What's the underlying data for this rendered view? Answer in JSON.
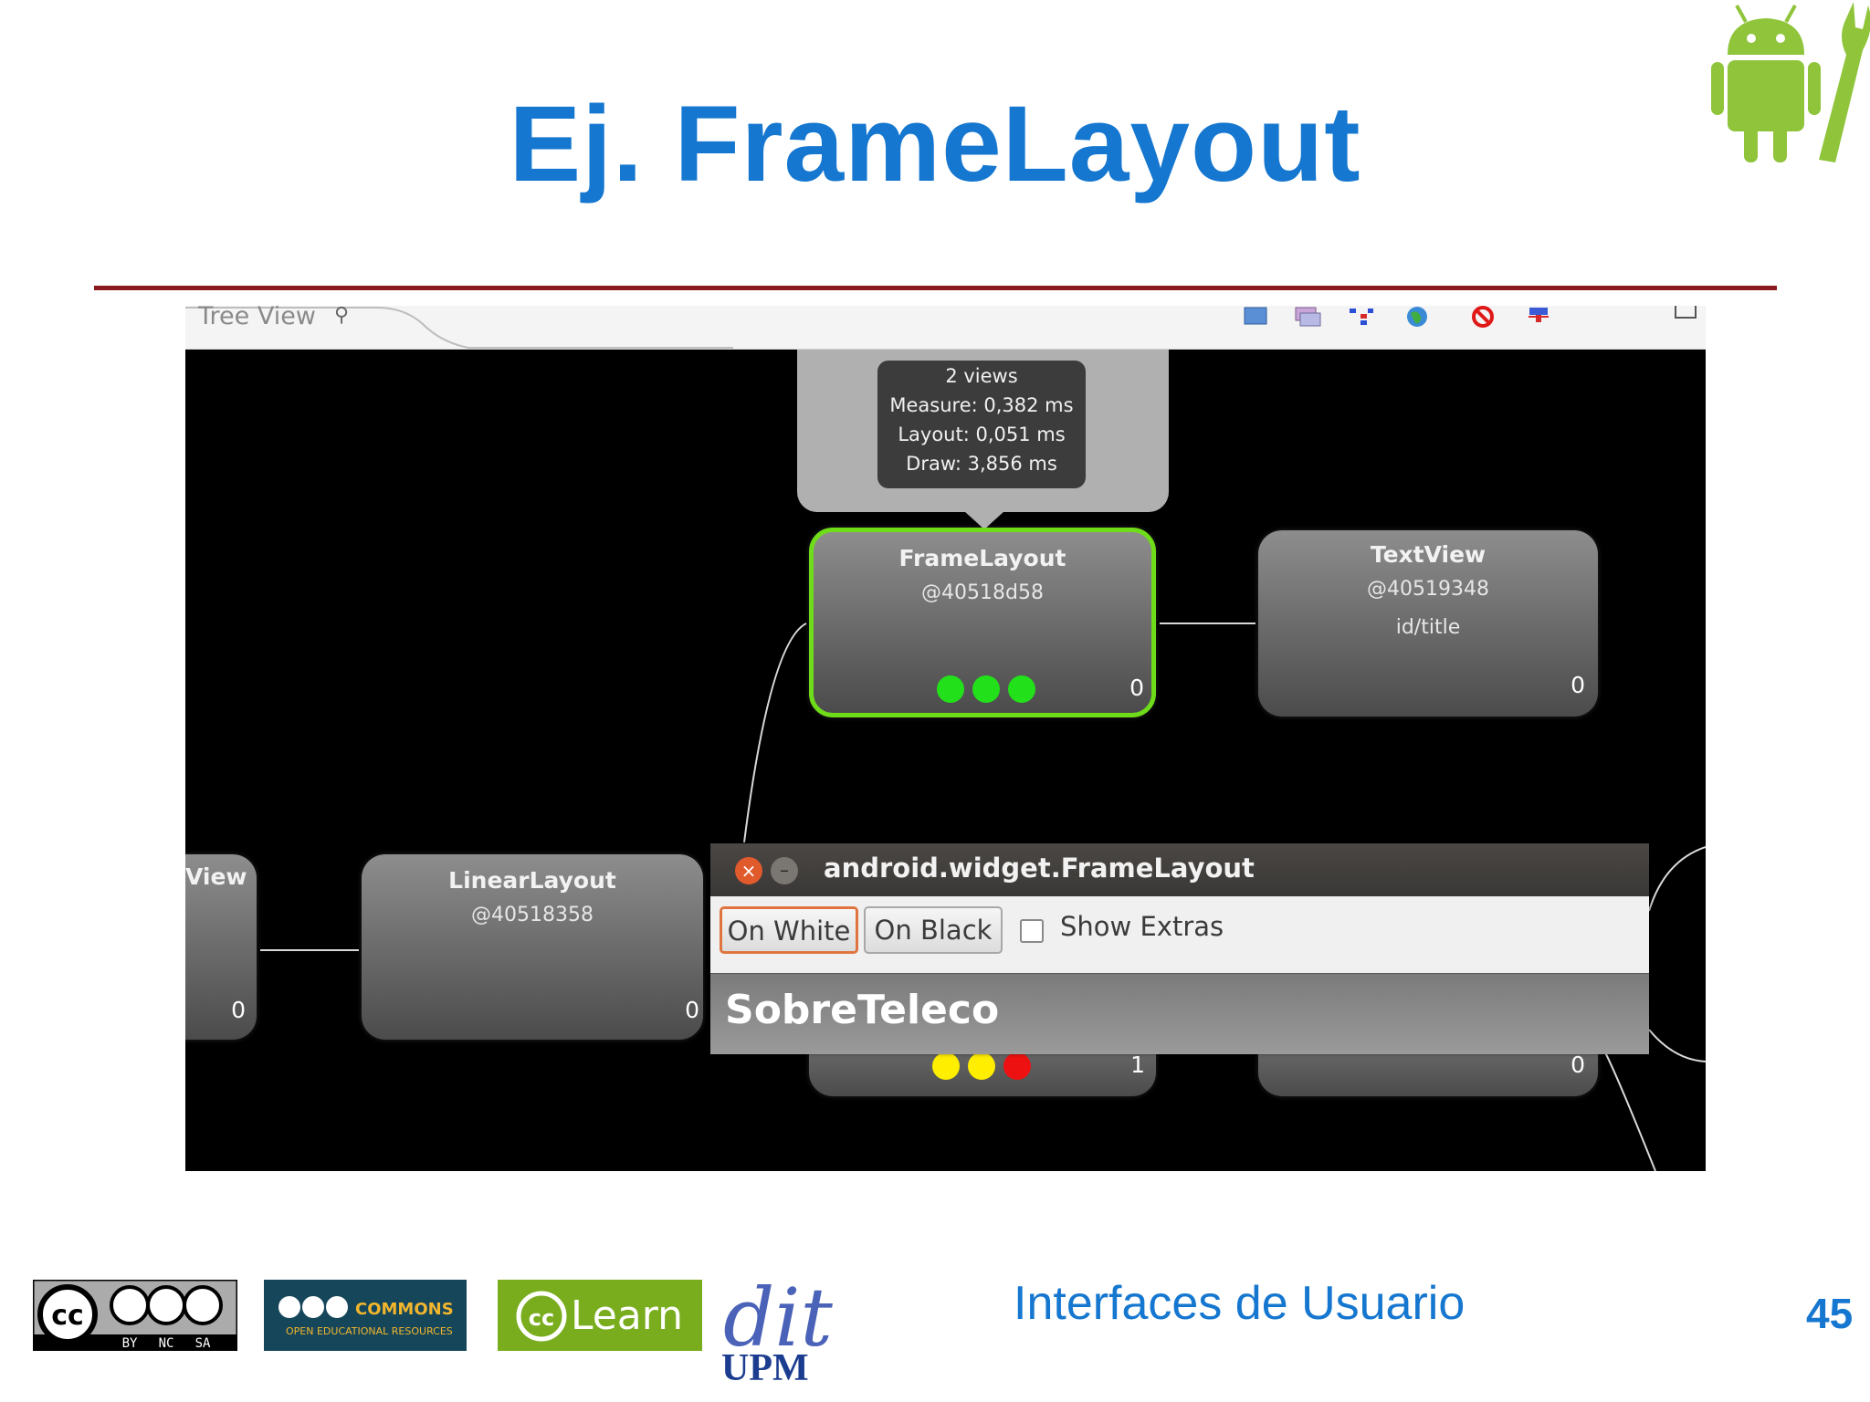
{
  "slide": {
    "title": "Ej. FrameLayout",
    "footer_course": "Interfaces de Usuario",
    "page_number": "45",
    "accent_color": "#1577cf",
    "rule_color": "#8b1a1e"
  },
  "footer_logos": {
    "cc_by_nc_sa": {
      "by": "BY",
      "nc": "NC",
      "sa": "SA"
    },
    "oer_commons": {
      "name": "COMMONS",
      "subtitle": "OPEN EDUCATIONAL RESOURCES"
    },
    "cc_learn": {
      "text": "Learn"
    },
    "dit_upm": {
      "top": "dit",
      "bottom": "UPM"
    }
  },
  "hierarchy_viewer": {
    "tab_label": "Tree View",
    "toolbar_icons": [
      "screen-capture-icon",
      "layers-icon",
      "tree-nodes-icon",
      "globe-icon",
      "stop-icon",
      "debug-icon"
    ],
    "tooltip": {
      "lines": [
        "2 views",
        "Measure: 0,382 ms",
        "Layout: 0,051 ms",
        "Draw: 3,856 ms"
      ]
    },
    "nodes": {
      "framelayout": {
        "name": "FrameLayout",
        "address": "@40518d58",
        "count": "0",
        "status_dots": [
          "green",
          "green",
          "green"
        ]
      },
      "textview": {
        "name": "TextView",
        "address": "@40519348",
        "id": "id/title",
        "count": "0"
      },
      "linearlayout": {
        "name": "LinearLayout",
        "address": "@40518358",
        "count": "0"
      },
      "view_left": {
        "name": "View",
        "count": "0"
      },
      "bottom_mid": {
        "count": "1",
        "status_dots": [
          "yellow",
          "yellow",
          "red"
        ]
      },
      "bottom_right": {
        "count": "0"
      }
    },
    "status_colors": {
      "green": "#22e01a",
      "yellow": "#ffee00",
      "red": "#ee1111"
    },
    "popup": {
      "title": "android.widget.FrameLayout",
      "close_glyph": "×",
      "minimize_glyph": "–",
      "btn_on_white": "On White",
      "btn_on_black": "On Black",
      "show_extras_label": "Show Extras",
      "show_extras_checked": false,
      "preview_text": "SobreTeleco"
    }
  }
}
